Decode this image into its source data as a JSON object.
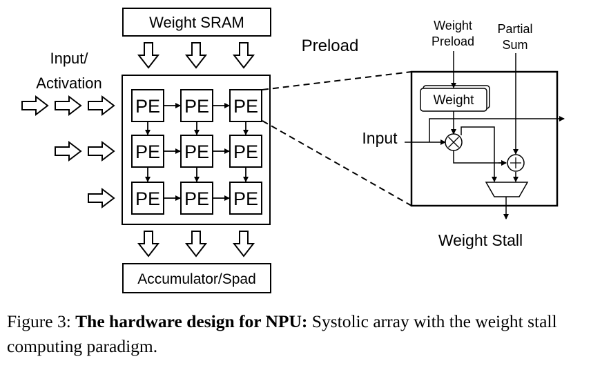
{
  "diagram": {
    "weight_sram": "Weight SRAM",
    "preload": "Preload",
    "input_activation_line1": "Input/",
    "input_activation_line2": "Activation",
    "pe": "PE",
    "accumulator": "Accumulator/Spad",
    "detail": {
      "weight_preload_line1": "Weight",
      "weight_preload_line2": "Preload",
      "partial_sum_line1": "Partial",
      "partial_sum_line2": "Sum",
      "weight_reg": "Weight",
      "input": "Input",
      "weight_stall": "Weight Stall"
    }
  },
  "caption": {
    "prefix": "Figure 3: ",
    "bold": "The hardware design for NPU:",
    "rest": " Systolic array with the weight stall computing paradigm."
  }
}
